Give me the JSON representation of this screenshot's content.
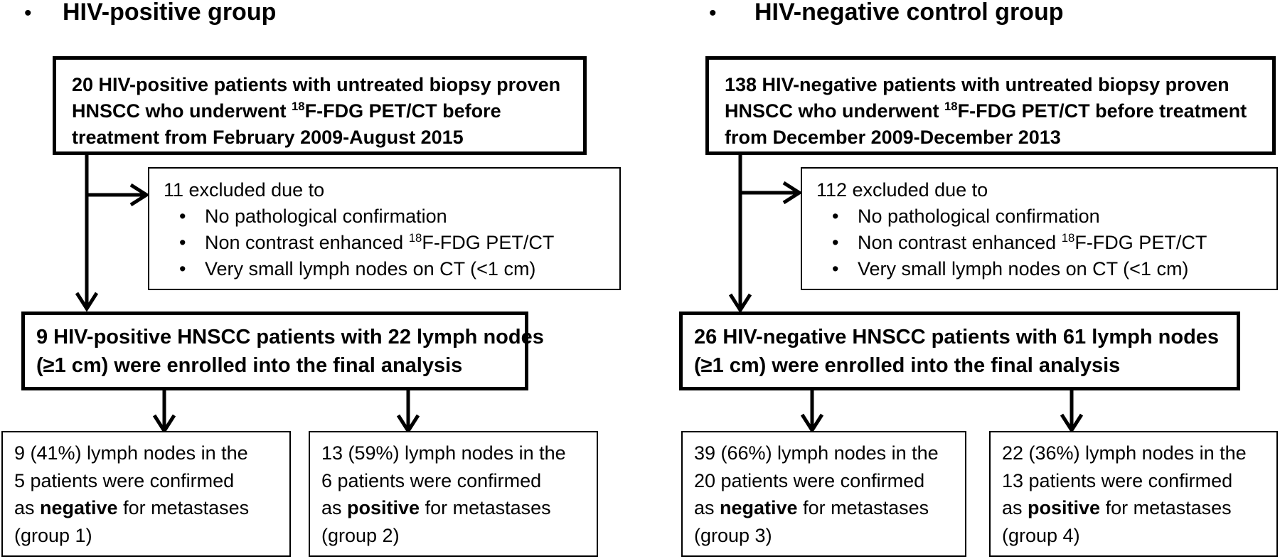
{
  "left": {
    "heading": "HIV-positive group",
    "top_box": {
      "line1": "20 HIV-positive patients with untreated biopsy proven",
      "line2_pre": "HNSCC who underwent ",
      "line2_sup": "18",
      "line2_post": "F-FDG PET/CT before",
      "line3": "treatment from February 2009-August 2015"
    },
    "exclusion_box": {
      "title": "11 excluded due to",
      "item1": "No pathological confirmation",
      "item2_pre": "Non contrast enhanced ",
      "item2_sup": "18",
      "item2_post": "F-FDG PET/CT",
      "item3": "Very small lymph nodes on CT (<1 cm)"
    },
    "final_box": {
      "line1": "9 HIV-positive HNSCC patients with 22 lymph nodes",
      "line2": "(≥1 cm) were enrolled into the final analysis"
    },
    "group_a": {
      "line1": "9 (41%) lymph nodes in the",
      "line2": "5 patients were confirmed",
      "line3_pre": "as ",
      "line3_bold": "negative",
      "line3_post": " for metastases",
      "line4": "(group 1)"
    },
    "group_b": {
      "line1": "13 (59%) lymph nodes in the",
      "line2": "6 patients were confirmed",
      "line3_pre": "as ",
      "line3_bold": "positive",
      "line3_post": " for metastases",
      "line4": "(group 2)"
    }
  },
  "right": {
    "heading": "HIV-negative control group",
    "top_box": {
      "line1": "138 HIV-negative patients with untreated biopsy proven",
      "line2_pre": "HNSCC who underwent ",
      "line2_sup": "18",
      "line2_post": "F-FDG PET/CT before treatment",
      "line3": "from December 2009-December 2013"
    },
    "exclusion_box": {
      "title": "112 excluded due to",
      "item1": "No pathological confirmation",
      "item2_pre": "Non contrast enhanced ",
      "item2_sup": "18",
      "item2_post": "F-FDG PET/CT",
      "item3": "Very small lymph nodes on CT (<1 cm)"
    },
    "final_box": {
      "line1": "26 HIV-negative HNSCC patients with 61 lymph nodes",
      "line2": "(≥1 cm) were enrolled into the final analysis"
    },
    "group_a": {
      "line1": "39 (66%) lymph nodes in the",
      "line2": "20 patients were confirmed",
      "line3_pre": "as ",
      "line3_bold": "negative",
      "line3_post": " for metastases",
      "line4": "(group 3)"
    },
    "group_b": {
      "line1": "22 (36%) lymph nodes in the",
      "line2": "13 patients were confirmed",
      "line3_pre": "as ",
      "line3_bold": "positive",
      "line3_post": " for metastases",
      "line4": "(group 4)"
    }
  },
  "bullet_glyph": "•"
}
